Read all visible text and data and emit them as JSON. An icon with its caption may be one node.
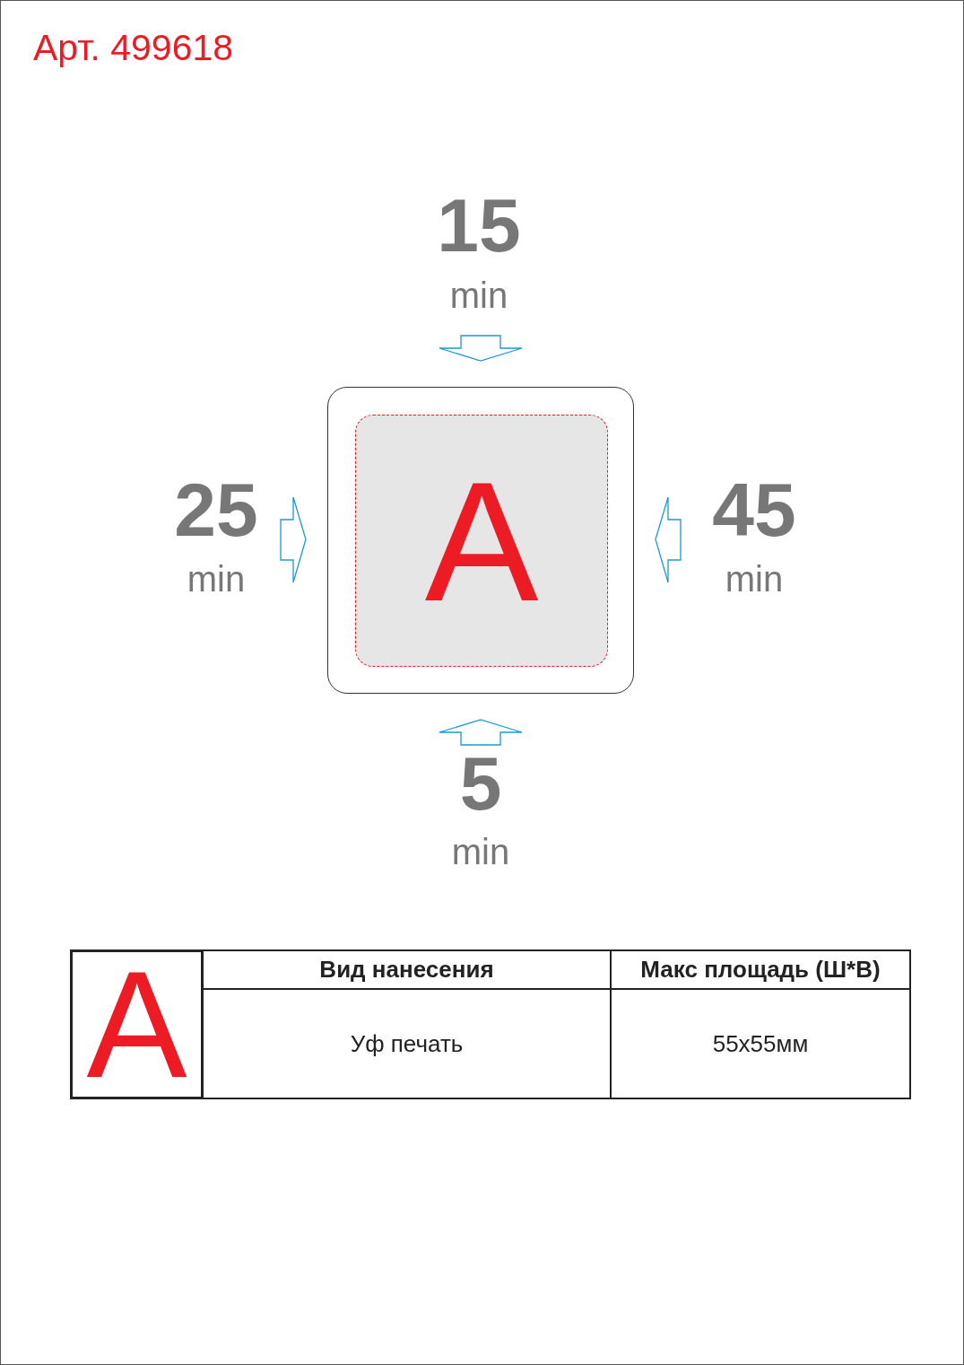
{
  "diagram": {
    "title": "Арт. 499618",
    "nodes": [
      {
        "text": [],
        "shape": "box"
      },
      {
        "text": [
          "A"
        ],
        "in": 0
      }
    ],
    "edges": [],
    "labels": [
      "15",
      "min",
      "25",
      "min",
      "45",
      "min",
      "5",
      "min",
      "A",
      "Вид нанесения",
      "Макс площадь (Ш*В)",
      "Уф печать",
      "55x55мм"
    ]
  }
}
